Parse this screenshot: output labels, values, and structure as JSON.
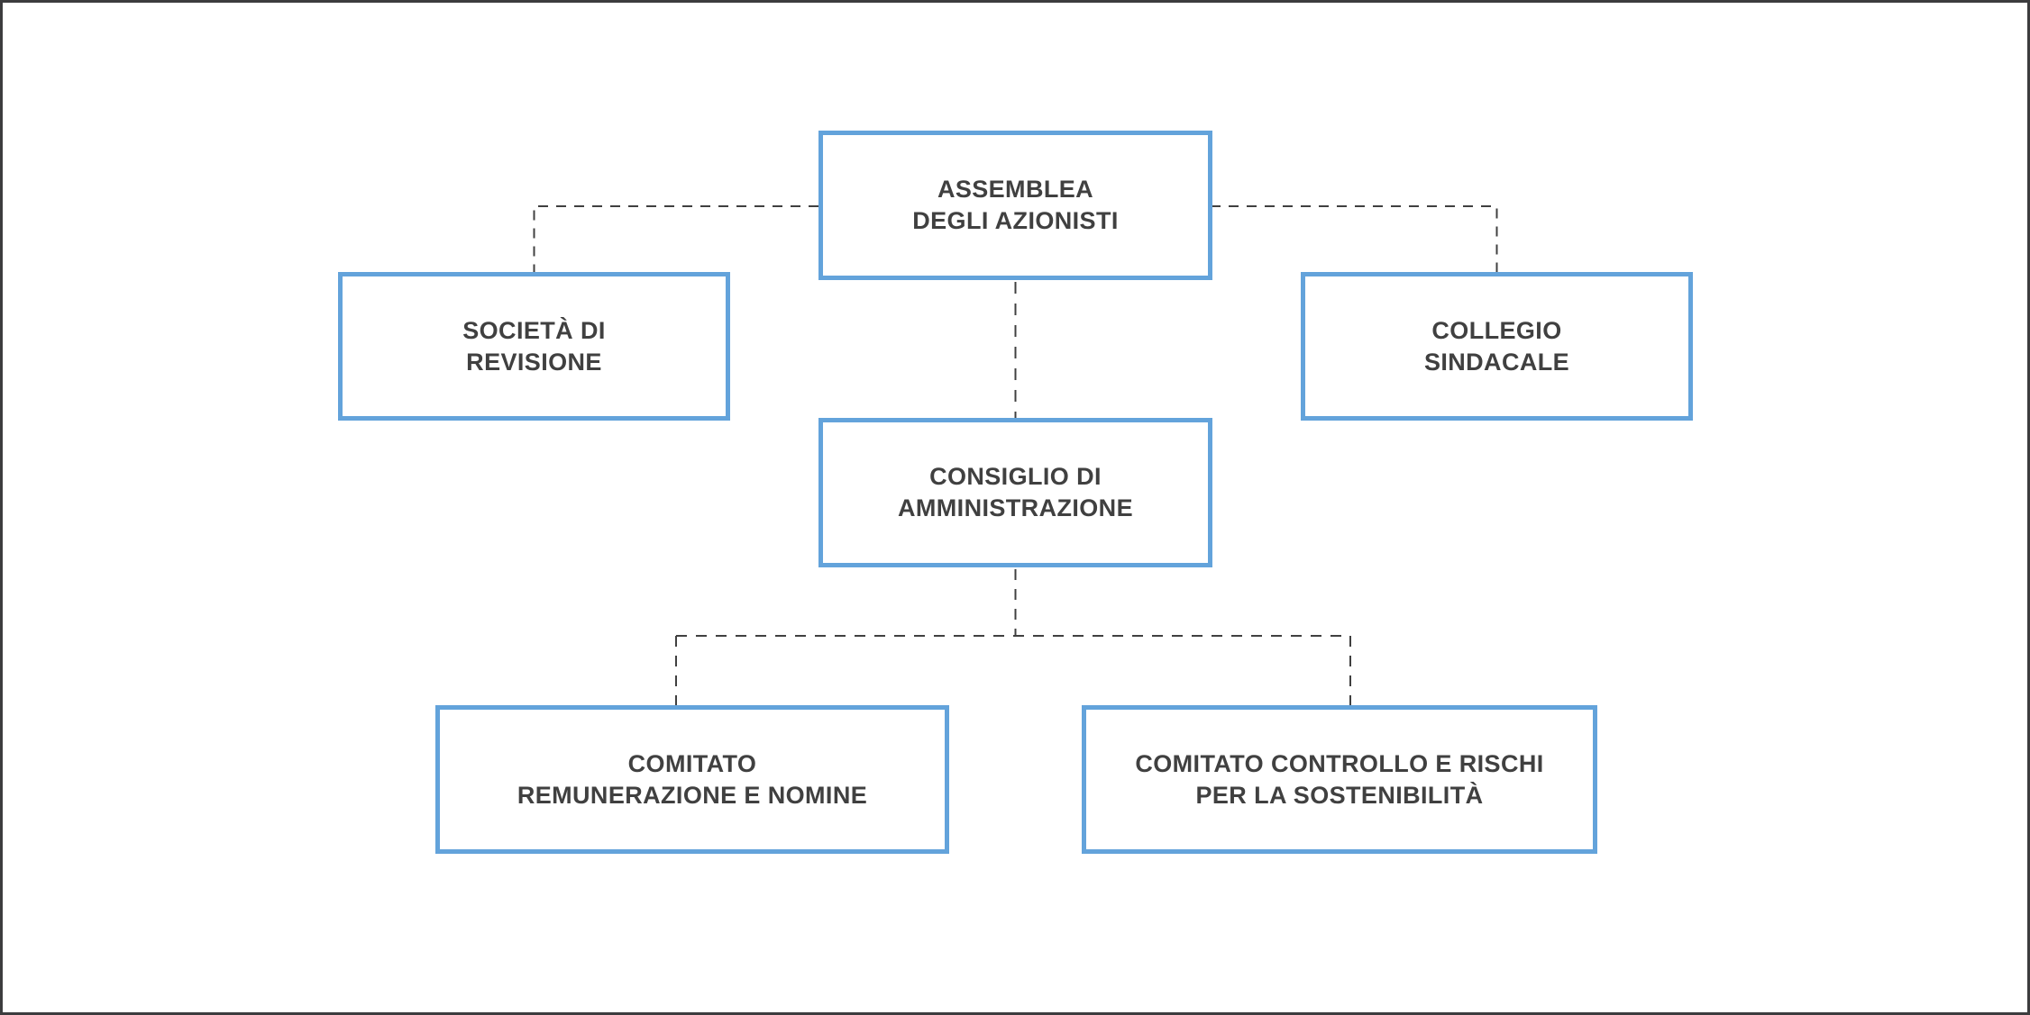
{
  "diagram": {
    "type": "org-chart",
    "nodes": {
      "assemblea": {
        "label": "ASSEMBLEA\nDEGLI AZIONISTI"
      },
      "societa_revisione": {
        "label": "SOCIETÀ DI\nREVISIONE"
      },
      "collegio_sindacale": {
        "label": "COLLEGIO\nSINDACALE"
      },
      "consiglio_amministrazione": {
        "label": "CONSIGLIO DI\nAMMINISTRAZIONE"
      },
      "comitato_remunerazione": {
        "label": "COMITATO\nREMUNERAZIONE E NOMINE"
      },
      "comitato_controllo": {
        "label": "COMITATO CONTROLLO E RISCHI\nPER LA SOSTENIBILITÀ"
      }
    },
    "edges": [
      {
        "from": "assemblea",
        "to": "societa_revisione",
        "style": "dashed"
      },
      {
        "from": "assemblea",
        "to": "collegio_sindacale",
        "style": "dashed"
      },
      {
        "from": "assemblea",
        "to": "consiglio_amministrazione",
        "style": "dashed"
      },
      {
        "from": "consiglio_amministrazione",
        "to": "comitato_remunerazione",
        "style": "dashed"
      },
      {
        "from": "consiglio_amministrazione",
        "to": "comitato_controllo",
        "style": "dashed"
      }
    ],
    "colors": {
      "box_border": "#63a3db",
      "box_fill": "#ffffff",
      "text": "#404040",
      "connector": "#404040",
      "frame": "#3c3c3e",
      "background": "#ffffff"
    }
  }
}
